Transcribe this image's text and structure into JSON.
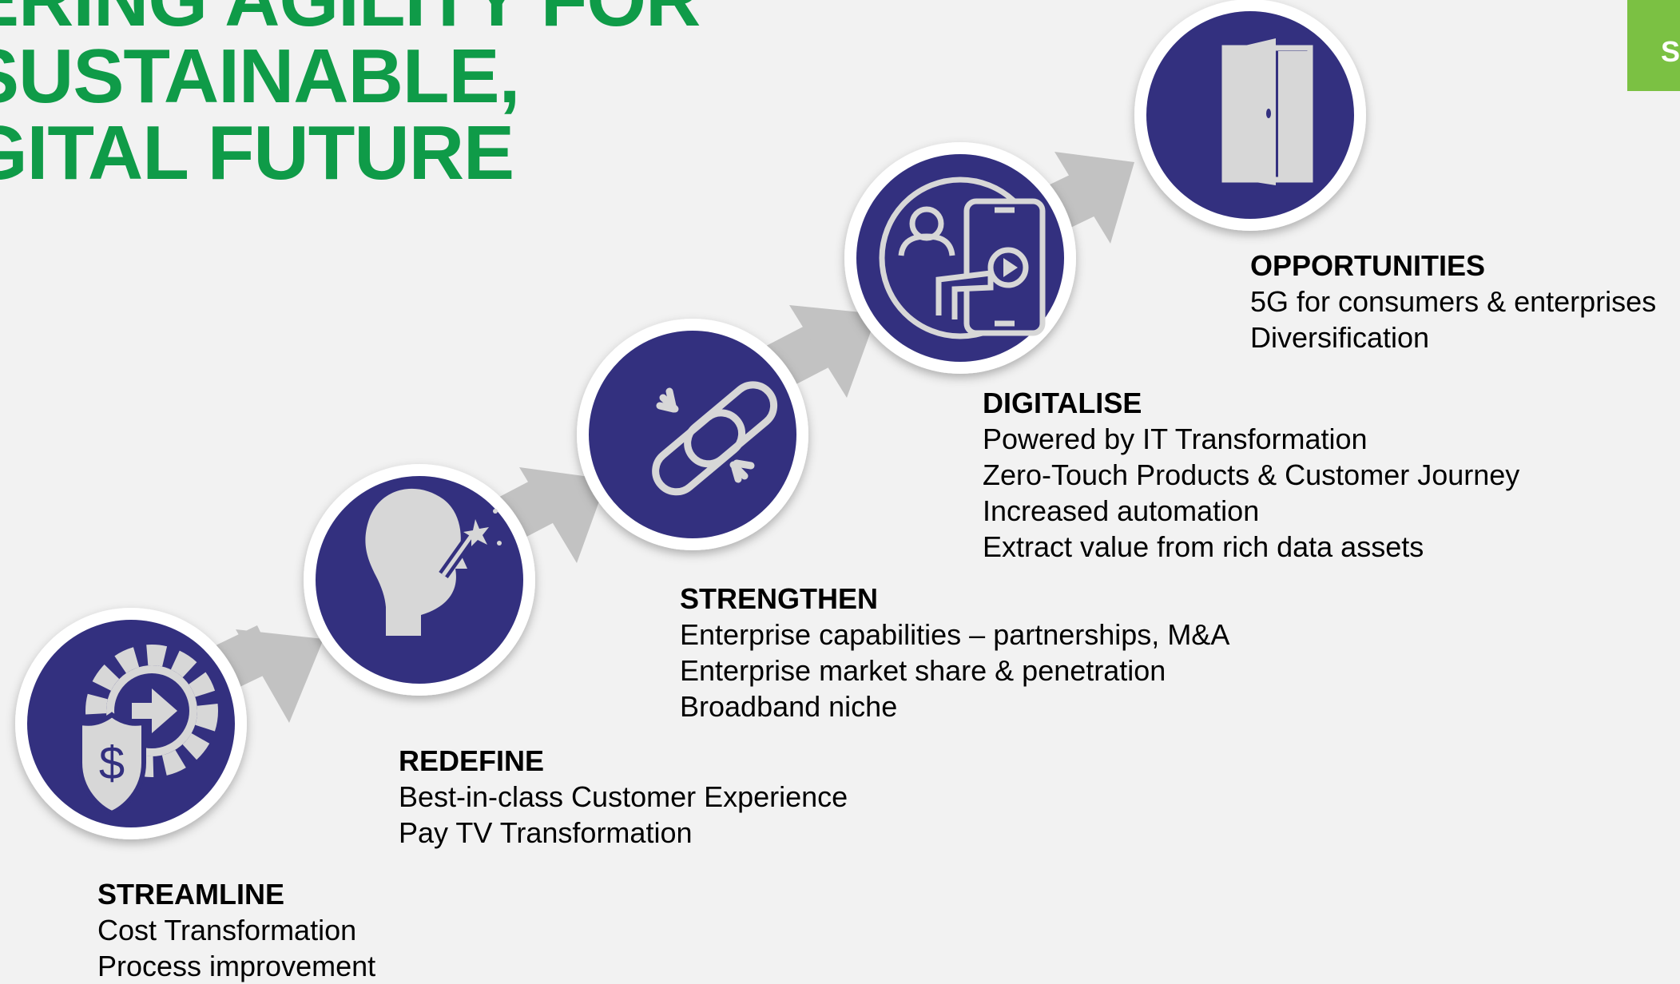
{
  "title": {
    "lines": [
      "ERING AGILITY FOR",
      "SUSTAINABLE,",
      "GITAL FUTURE"
    ],
    "color": "#0f9b48"
  },
  "corner_tag": {
    "text": "S",
    "color": "#7bc143"
  },
  "colors": {
    "circle_fill": "#33307f",
    "icon_stroke": "#d7d7d7",
    "arrow": "#c2c2c2",
    "background": "#f2f2f2"
  },
  "steps": [
    {
      "icon": "dollar-shield-gear-icon",
      "heading": "STREAMLINE",
      "lines": [
        "Cost Transformation",
        "Process improvement"
      ]
    },
    {
      "icon": "head-magic-wand-icon",
      "heading": "REDEFINE",
      "lines": [
        "Best-in-class Customer Experience",
        "Pay TV Transformation"
      ]
    },
    {
      "icon": "chain-link-icon",
      "heading": "STRENGTHEN",
      "lines": [
        "Enterprise capabilities – partnerships, M&A",
        "Enterprise market share & penetration",
        "Broadband niche"
      ]
    },
    {
      "icon": "mobile-user-video-icon",
      "heading": "DIGITALISE",
      "lines": [
        "Powered by IT Transformation",
        "Zero-Touch Products & Customer Journey",
        "Increased automation",
        "Extract value from rich data assets"
      ]
    },
    {
      "icon": "open-door-icon",
      "heading": "OPPORTUNITIES",
      "lines": [
        "5G for consumers & enterprises",
        "Diversification"
      ]
    }
  ]
}
